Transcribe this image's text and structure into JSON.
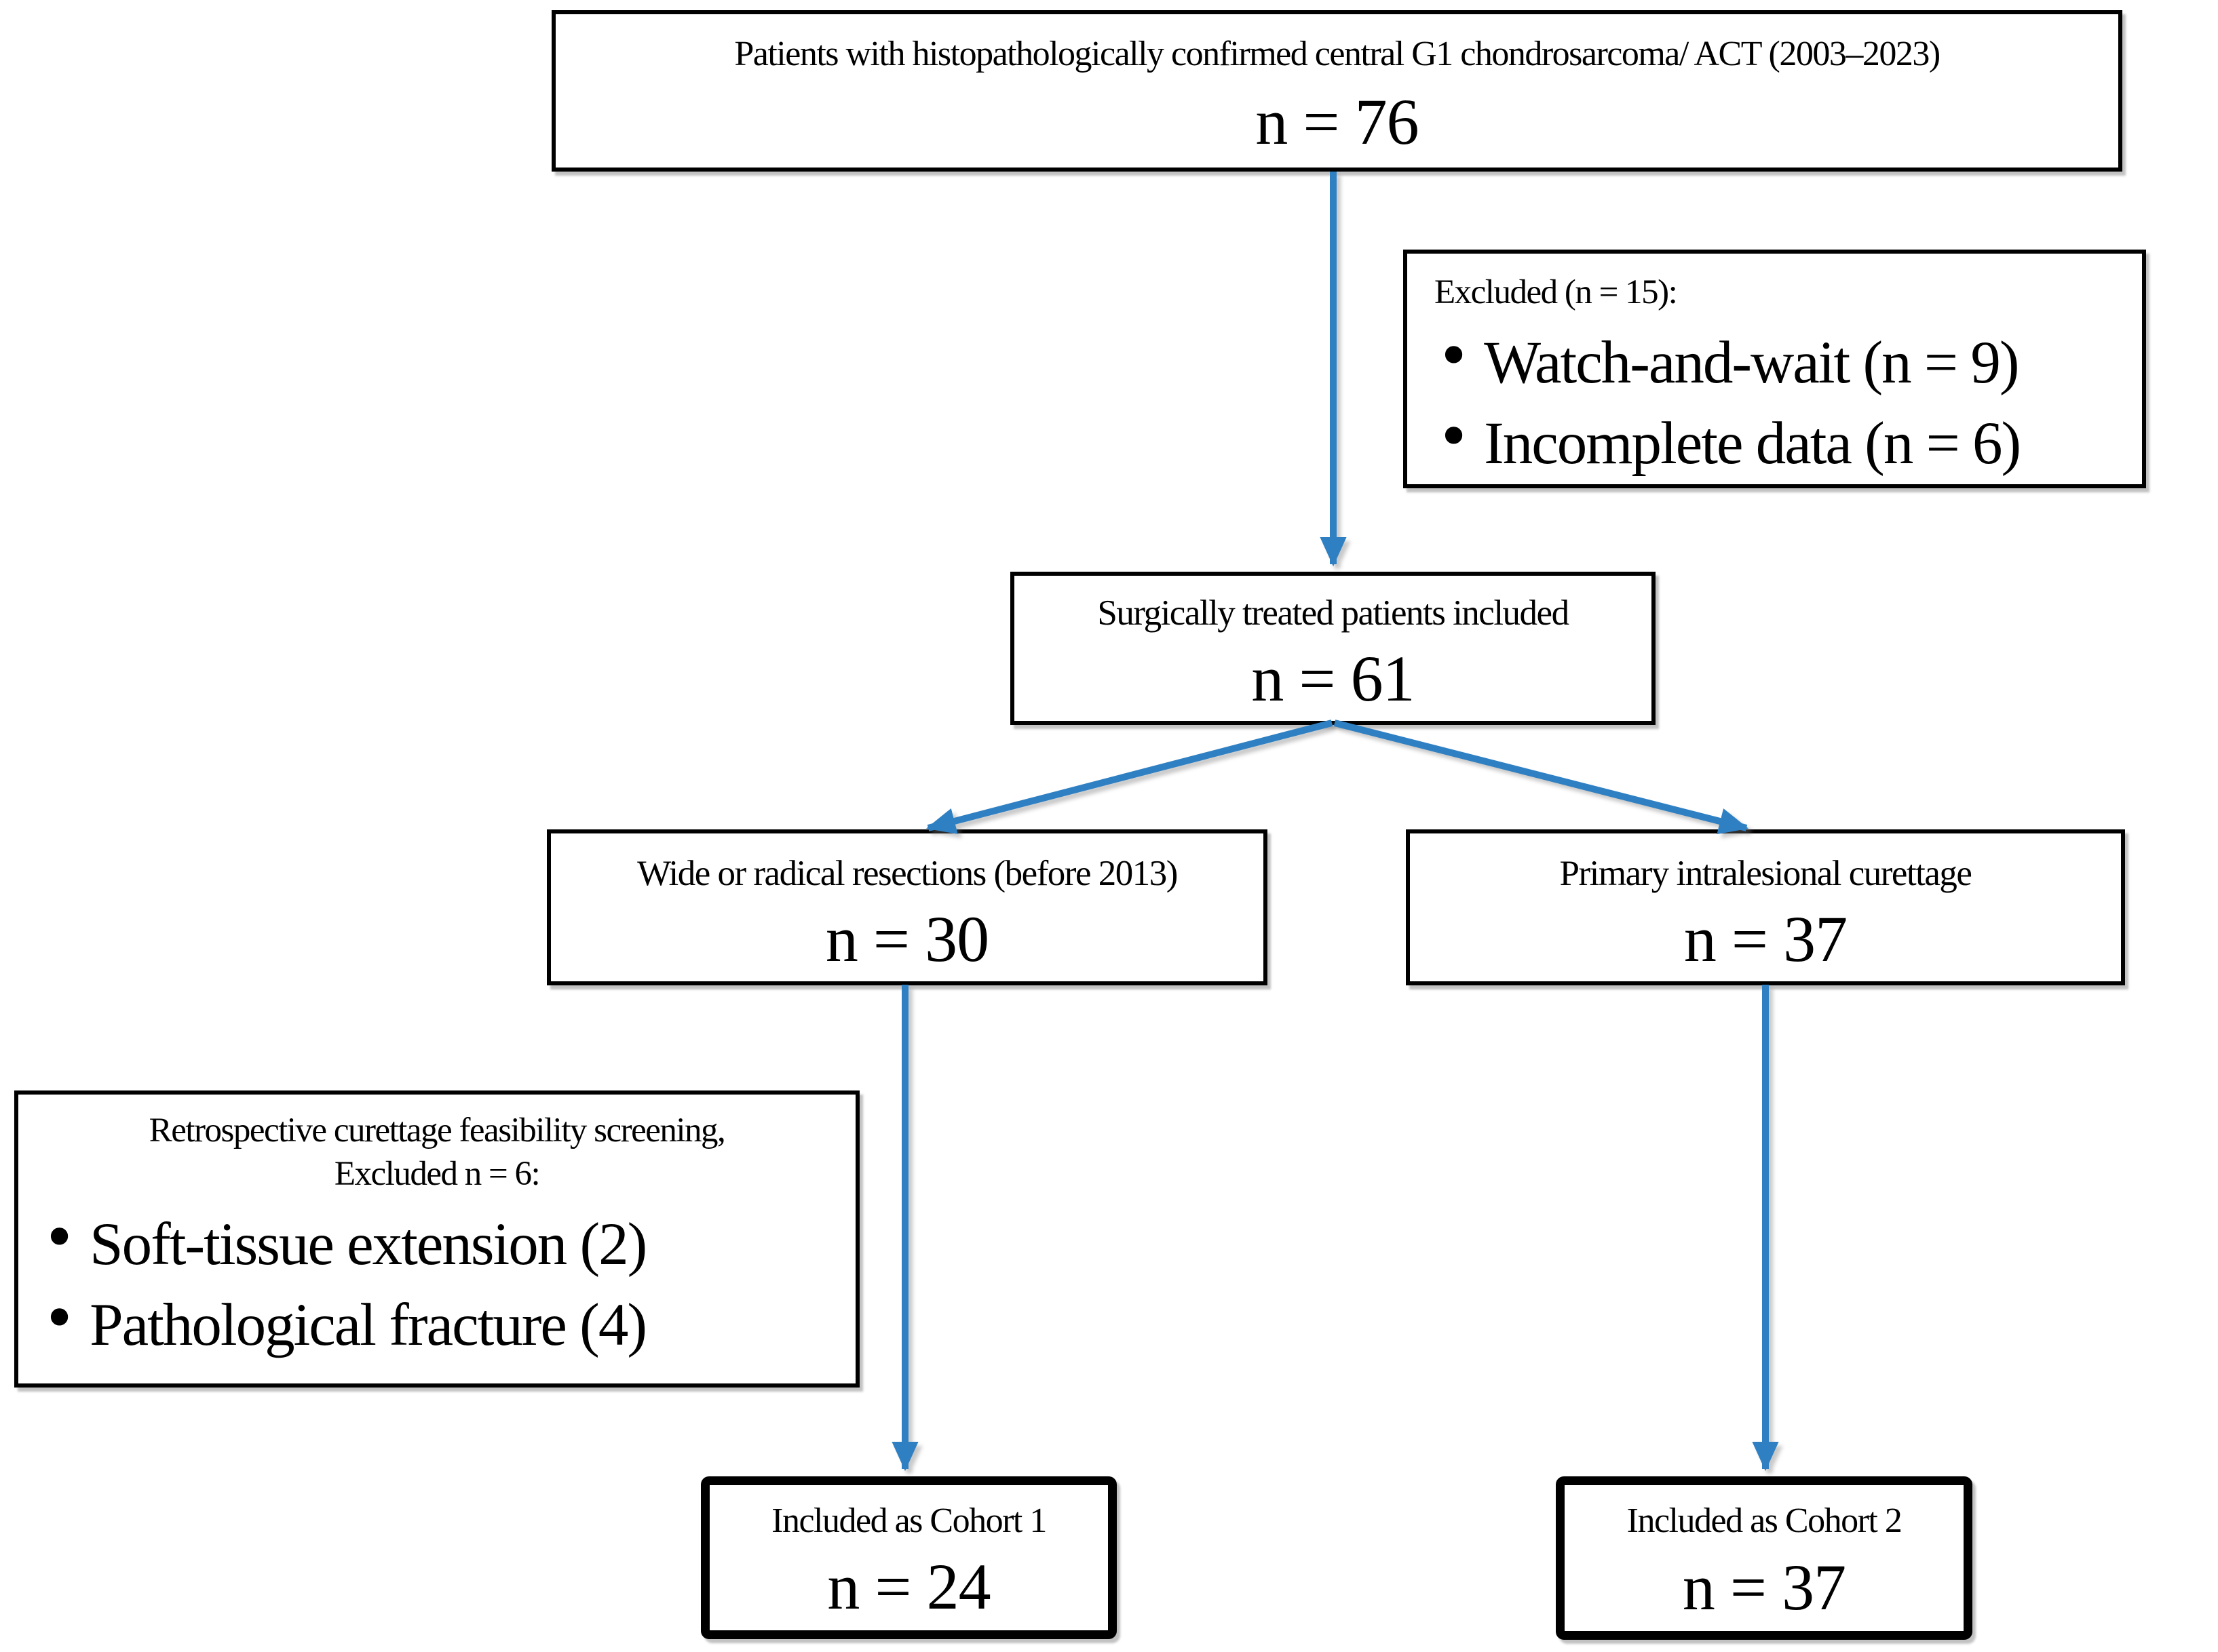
{
  "figure": {
    "kind": "patient-flow-diagram",
    "arrow_color": "#2F80C3",
    "bullet_glyph": "•",
    "boxes": {
      "eligible": {
        "title": "Patients with histopathologically confirmed central G1 chondrosarcoma/ ACT (2003–2023)",
        "n_label": "n = 76"
      },
      "excluded_top": {
        "title": "Excluded (n = 15):",
        "bullets": [
          "Watch-and-wait (n = 9)",
          "Incomplete data (n = 6)"
        ]
      },
      "surgical": {
        "title": "Surgically treated patients included",
        "n_label": "n = 61"
      },
      "resection": {
        "title": "Wide or radical resections (before 2013)",
        "n_label": "n = 30"
      },
      "curettage": {
        "title": "Primary intralesional curettage",
        "n_label": "n = 37"
      },
      "screening": {
        "title_line1": "Retrospective curettage feasibility screening,",
        "title_line2": "Excluded n = 6:",
        "bullets": [
          "Soft-tissue extension (2)",
          "Pathological fracture (4)"
        ]
      },
      "cohort1": {
        "title": "Included as Cohort 1",
        "n_label": "n = 24"
      },
      "cohort2": {
        "title": "Included as Cohort 2",
        "n_label": "n = 37"
      }
    }
  }
}
